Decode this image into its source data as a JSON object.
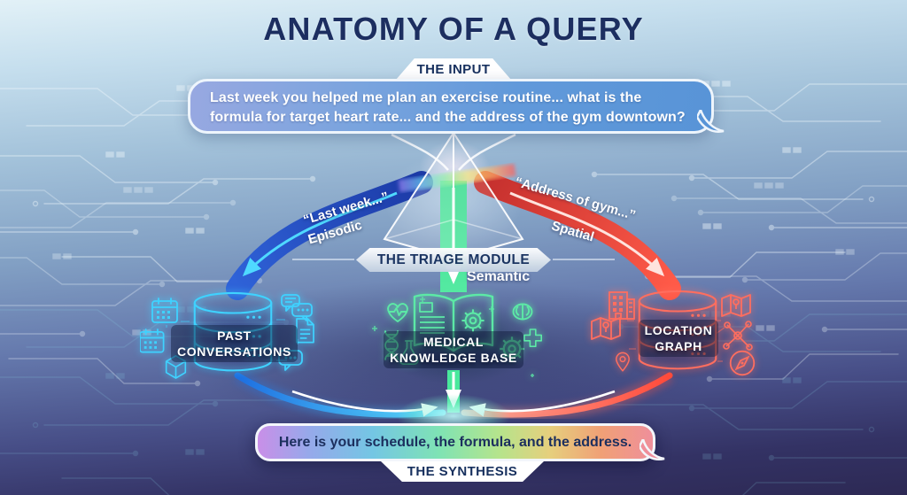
{
  "title": "ANATOMY OF A QUERY",
  "input": {
    "badge": "THE INPUT",
    "message_line1": "Last week you helped me plan an exercise routine... what is the",
    "message_line2": "formula for target heart rate... and the address of the gym downtown?"
  },
  "triage": {
    "badge": "THE TRIAGE MODULE",
    "episodic": {
      "quote": "“Last week...”",
      "label": "Episodic",
      "color": "#2a50c8"
    },
    "semantic": {
      "label": "Semantic",
      "color": "#46e297"
    },
    "spatial": {
      "quote": "“Address of gym...”",
      "label": "Spatial",
      "color": "#e84040"
    }
  },
  "nodes": {
    "past_conversations": {
      "label_line1": "PAST",
      "label_line2": "CONVERSATIONS",
      "accent_color": "#3fd2ff",
      "icons": [
        "database-icon",
        "calendar-icon",
        "calendar-icon",
        "cube-icon",
        "chat-bubbles-icon",
        "document-icon",
        "chat-dots-icon"
      ]
    },
    "medical_knowledge_base": {
      "label_line1": "MEDICAL",
      "label_line2": "KNOWLEDGE BASE",
      "accent_color": "#5ce9a6",
      "icons": [
        "open-book-gear-icon",
        "heart-pulse-icon",
        "dna-icon",
        "flask-icon",
        "brain-icon",
        "gear-icon",
        "medical-cross-icon"
      ]
    },
    "location_graph": {
      "label_line1": "LOCATION",
      "label_line2": "GRAPH",
      "accent_color": "#ff6e5f",
      "icons": [
        "database-icon",
        "building-icon",
        "map-icon",
        "map-pin-icon",
        "network-graph-icon",
        "compass-icon"
      ]
    }
  },
  "synthesis": {
    "badge": "THE SYNTHESIS",
    "message": "Here is your schedule, the formula, and the address."
  },
  "colors": {
    "title_navy": "#1c2e60",
    "input_bubble_blue": "#5894d7",
    "episodic_blue": "#2a50c8",
    "semantic_green": "#46e297",
    "spatial_red": "#e84040",
    "node_cyan": "#3fd2ff",
    "node_green": "#5ce9a6",
    "node_red": "#ff6e5f"
  }
}
